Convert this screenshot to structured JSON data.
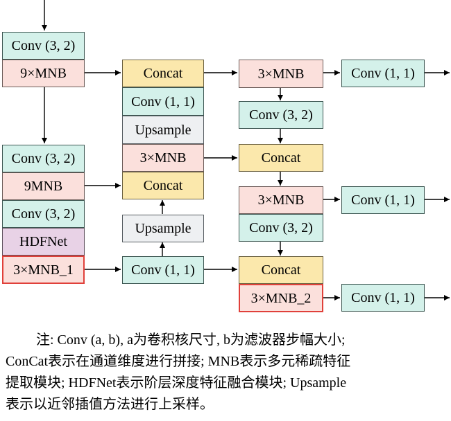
{
  "blocks": {
    "b1_conv1": "Conv (3, 2)",
    "b1_mnb1": "9×MNB",
    "b1_conv2": "Conv (3, 2)",
    "b1_mnb2": "9MNB",
    "b1_conv3": "Conv (3, 2)",
    "b1_hdf": "HDFNet",
    "b1_mnb3": "3×MNB_1",
    "b2_concat1": "Concat",
    "b2_conv1": "Conv (1, 1)",
    "b2_ups1": "Upsample",
    "b2_mnb": "3×MNB",
    "b2_concat2": "Concat",
    "b2_ups2": "Upsample",
    "b2_conv2": "Conv (1, 1)",
    "b3_mnb1": "3×MNB",
    "b3_conv1": "Conv (3, 2)",
    "b3_concat1": "Concat",
    "b3_mnb2": "3×MNB",
    "b3_conv2": "Conv (3, 2)",
    "b3_concat2": "Concat",
    "b3_mnb3": "3×MNB_2",
    "out1": "Conv (1, 1)",
    "out2": "Conv (1, 1)",
    "out3": "Conv (1, 1)"
  },
  "note": {
    "line1": "注: Conv (a, b), a为卷积核尺寸, b为滤波器步幅大小;",
    "line2": "ConCat表示在通道维度进行拼接; MNB表示多元稀疏特征",
    "line3": "提取模块; HDFNet表示阶层深度特征融合模块; Upsample",
    "line4": "表示以近邻插值方法进行上采样。"
  },
  "colors": {
    "conv": "#d4f1ea",
    "mnb": "#fbe0dc",
    "concat": "#fbe8ac",
    "upsample": "#eef0f2",
    "hdfnet": "#e8d2e6",
    "highlight_border": "#e0403a"
  }
}
